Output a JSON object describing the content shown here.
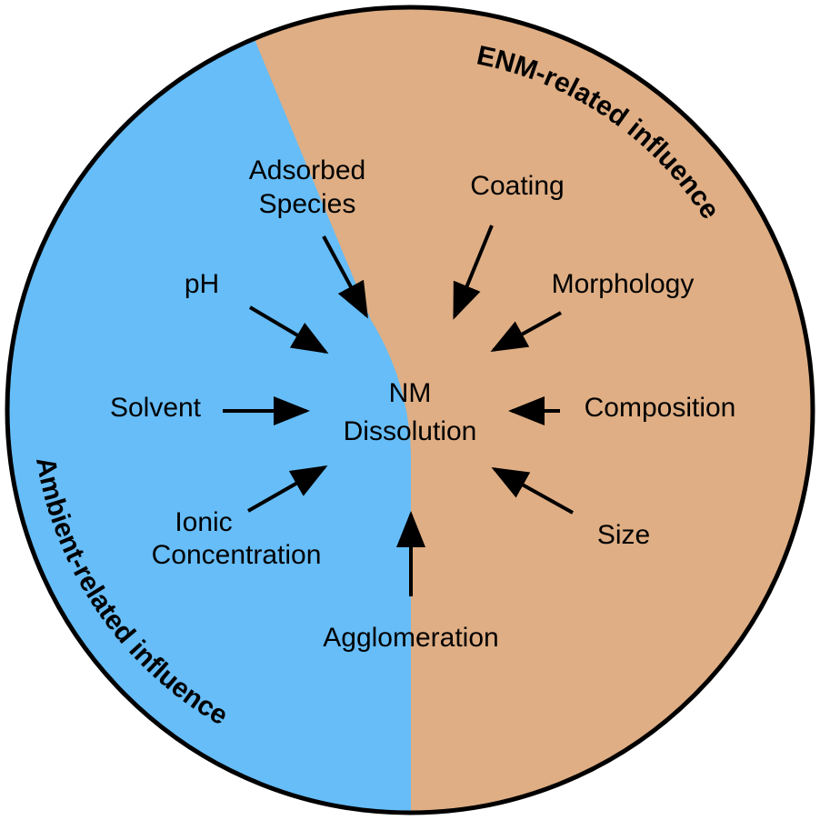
{
  "colors": {
    "ambient_region": "#66bdf8",
    "enm_region": "#dfae84",
    "outline": "#000000",
    "text": "#000000",
    "arrow": "#000000"
  },
  "center": {
    "line1": "NM",
    "line2": "Dissolution"
  },
  "regions": {
    "enm_label": "ENM-related influence",
    "ambient_label": "Ambient-related influence"
  },
  "factors": {
    "adsorbed_line1": "Adsorbed",
    "adsorbed_line2": "Species",
    "coating": "Coating",
    "morphology": "Morphology",
    "composition": "Composition",
    "size": "Size",
    "agglomeration": "Agglomeration",
    "ionic_line1": "Ionic",
    "ionic_line2": "Concentration",
    "solvent": "Solvent",
    "ph": "pH"
  }
}
